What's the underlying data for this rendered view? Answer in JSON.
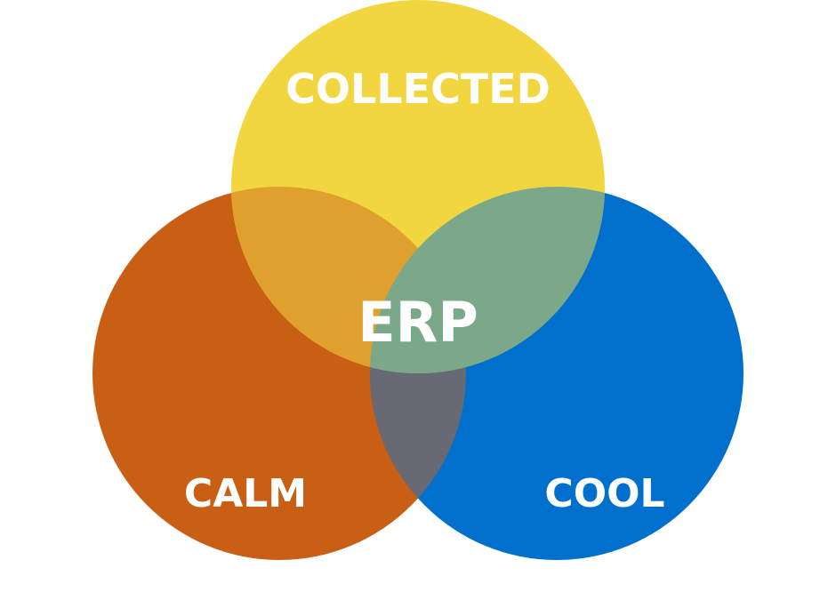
{
  "diagram": {
    "type": "venn",
    "center_label": "ERP",
    "sets": [
      {
        "id": "top",
        "label": "COLLECTED",
        "color": "#f2d640"
      },
      {
        "id": "left",
        "label": "CALM",
        "color": "#c95f14"
      },
      {
        "id": "right",
        "label": "COOL",
        "color": "#0070cc"
      }
    ],
    "overlaps": {
      "top_left": "#e0a02d",
      "top_right": "#7ba888",
      "left_right": "#676a74",
      "all": "#7ba888"
    }
  }
}
